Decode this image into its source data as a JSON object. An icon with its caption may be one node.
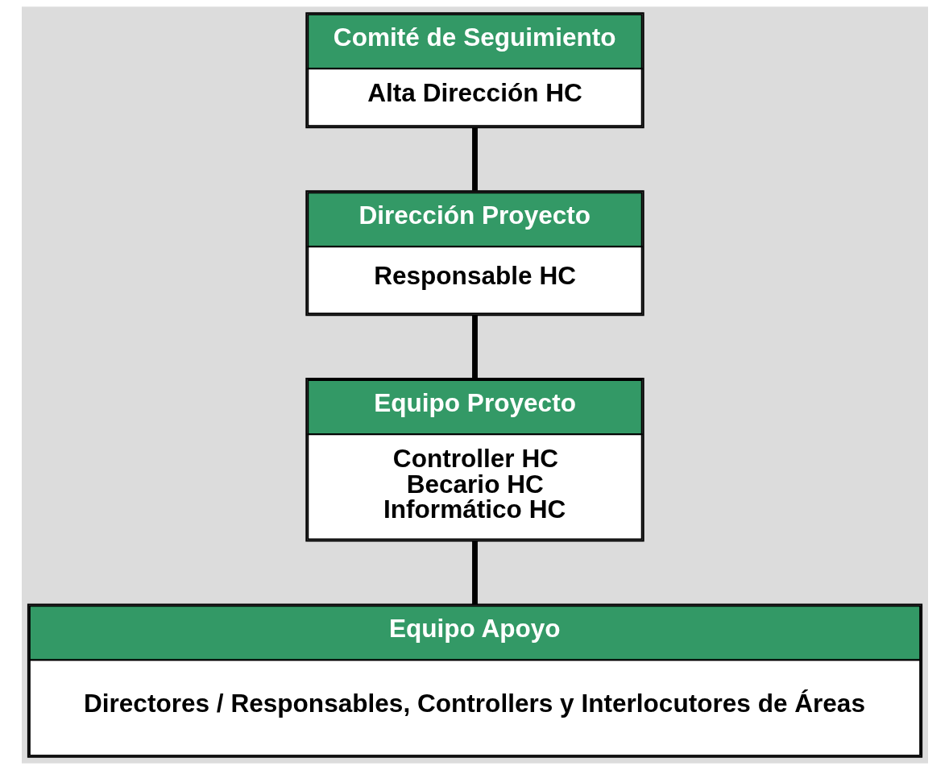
{
  "diagram": {
    "nodes": [
      {
        "text": [
          "Comité de Seguimiento",
          "Alta Dirección HC"
        ]
      },
      {
        "text": [
          "Dirección Proyecto",
          "Responsable HC"
        ]
      },
      {
        "text": [
          "Equipo Proyecto",
          "Controller HC",
          "Becario HC",
          "Informático HC"
        ]
      },
      {
        "text": [
          "Equipo Apoyo",
          "Directores / Responsables, Controllers y Interlocutores de Áreas"
        ]
      }
    ],
    "edges": [
      {
        "from": 0,
        "to": 1,
        "arrow": "none"
      },
      {
        "from": 1,
        "to": 2,
        "arrow": "none"
      },
      {
        "from": 2,
        "to": 3,
        "arrow": "none"
      }
    ]
  }
}
